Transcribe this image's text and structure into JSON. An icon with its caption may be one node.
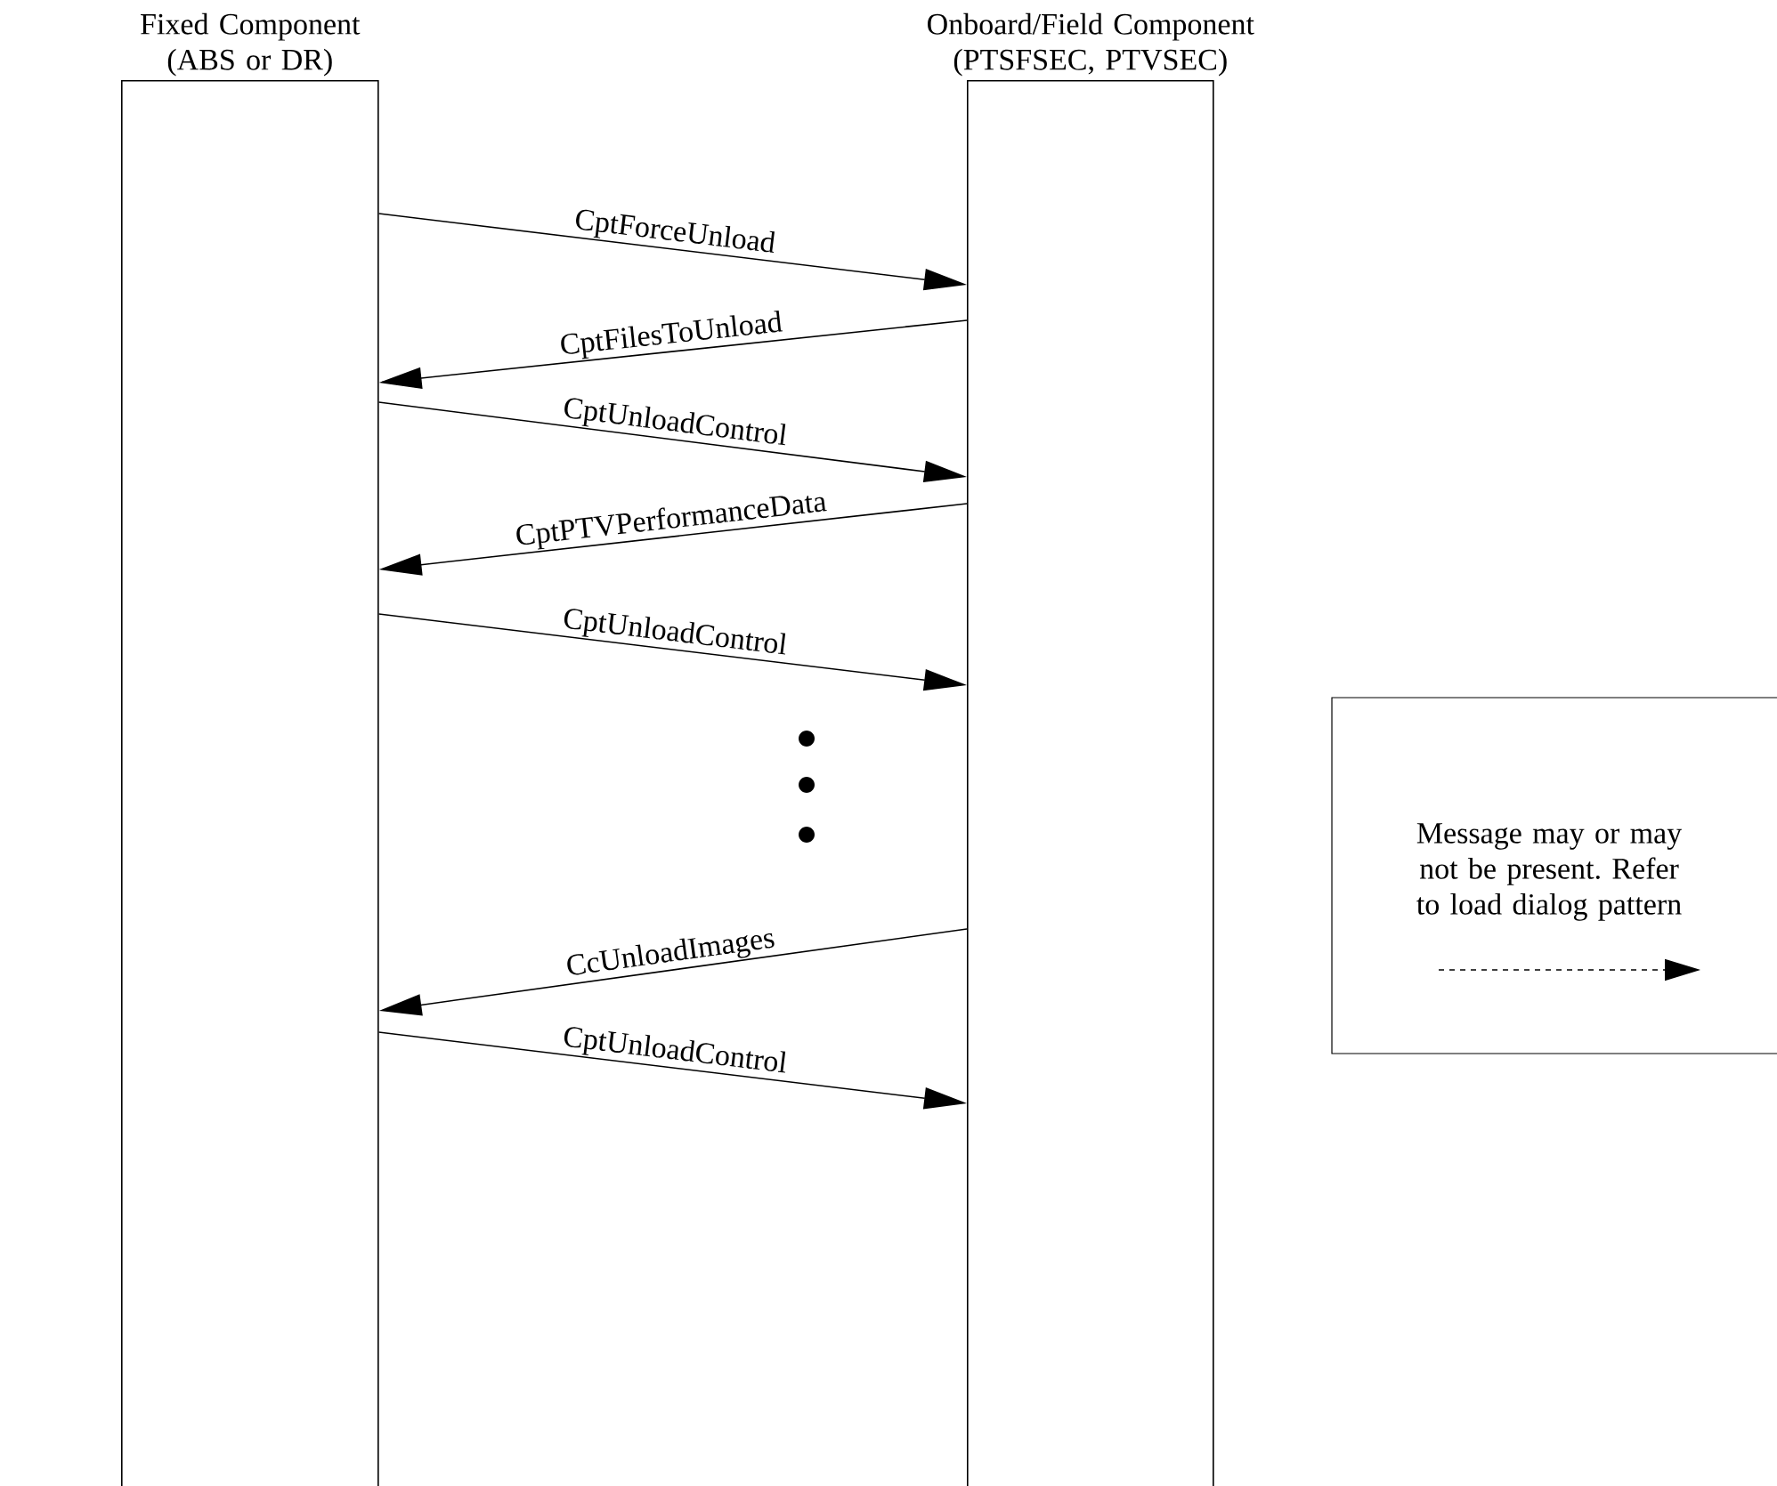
{
  "diagram": {
    "nodes": [
      {
        "text": [
          "Fixed Component (ABS or DR)"
        ]
      },
      {
        "text": [
          "Onboard/Field Component (PTSFSEC, PTVSEC)"
        ]
      }
    ],
    "edges": [
      {
        "from": 0,
        "to": 1,
        "arrow": "to",
        "label": "CptForceUnload"
      },
      {
        "from": 1,
        "to": 0,
        "arrow": "to",
        "label": "CptFilesToUnload"
      },
      {
        "from": 0,
        "to": 1,
        "arrow": "to",
        "label": "CptUnloadControl"
      },
      {
        "from": 1,
        "to": 0,
        "arrow": "to",
        "label": "CptPTVPerformanceData"
      },
      {
        "from": 0,
        "to": 1,
        "arrow": "to",
        "label": "CptUnloadControl"
      },
      {
        "from": 1,
        "to": 0,
        "arrow": "to",
        "label": "CcUnloadImages"
      },
      {
        "from": 0,
        "to": 1,
        "arrow": "to",
        "label": "CptUnloadControl"
      }
    ],
    "legend": [
      {
        "text": "Message may or may not be present. Refer to load dialog pattern"
      }
    ]
  }
}
